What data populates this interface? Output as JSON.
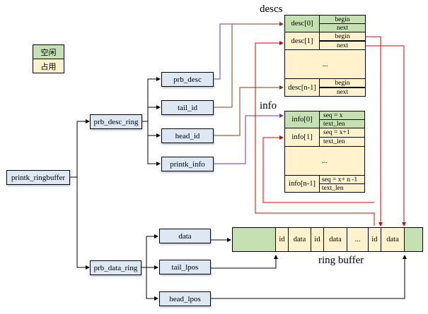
{
  "legend": {
    "free": "空闲",
    "used": "占用"
  },
  "colors": {
    "free": "#c6e0b4",
    "used": "#fff2cc",
    "struct": "#dde8f4",
    "brown": "#7f3f14",
    "purple": "#7030a0",
    "red": "#e00000",
    "black": "#000000"
  },
  "structs": {
    "root": "printk_ringbuffer",
    "desc_ring": "prb_desc_ring",
    "data_ring": "prb_data_ring",
    "desc_ring_fields": [
      "prb_desc",
      "tail_id",
      "head_id",
      "printk_info"
    ],
    "data_ring_fields": [
      "data",
      "tail_lpos",
      "head_lpos"
    ]
  },
  "descs": {
    "title": "descs",
    "rows": [
      {
        "label": "desc[0]",
        "f1": "begin",
        "f2": "next",
        "state": "free"
      },
      {
        "label": "desc[1]",
        "f1": "begin",
        "f2": "next",
        "state": "used"
      },
      {
        "label": "desc[n-1]",
        "f1": "begin",
        "f2": "next",
        "state": "used"
      }
    ],
    "ellipsis": "..."
  },
  "info": {
    "title": "info",
    "rows": [
      {
        "label": "info[0]",
        "f1": "seq = x",
        "f2": "text_len",
        "state": "free"
      },
      {
        "label": "info[1]",
        "f1": "seq = x+1",
        "f2": "text_len",
        "state": "used"
      },
      {
        "label": "info[n-1]",
        "f1": "seq = x+ n -1",
        "f2": "text_len",
        "state": "used"
      }
    ],
    "ellipsis": "..."
  },
  "ring_buffer": {
    "title": "ring buffer",
    "cells": [
      "id",
      "data",
      "id",
      "data",
      "...",
      "id",
      "data"
    ]
  }
}
